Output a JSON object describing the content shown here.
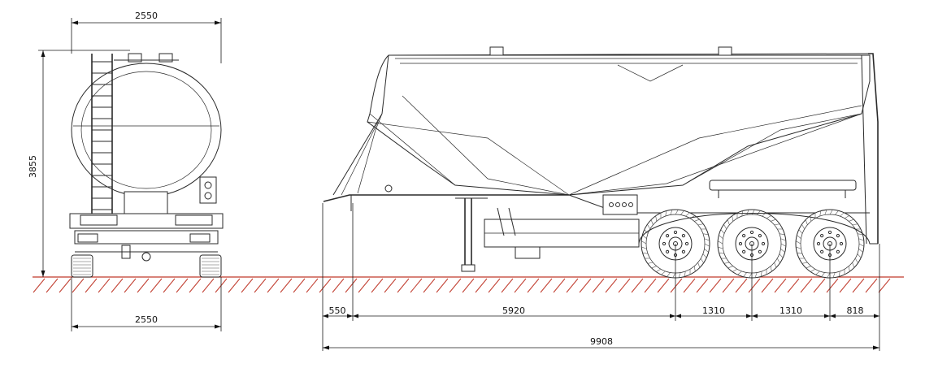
{
  "front_view": {
    "top_width": "2550",
    "height": "3855",
    "bottom_width": "2550"
  },
  "side_view": {
    "segments": [
      "550",
      "5920",
      "1310",
      "1310",
      "818"
    ],
    "overall_length": "9908"
  },
  "colors": {
    "ground": "#c0392b",
    "lines": "#2a2a2a"
  }
}
